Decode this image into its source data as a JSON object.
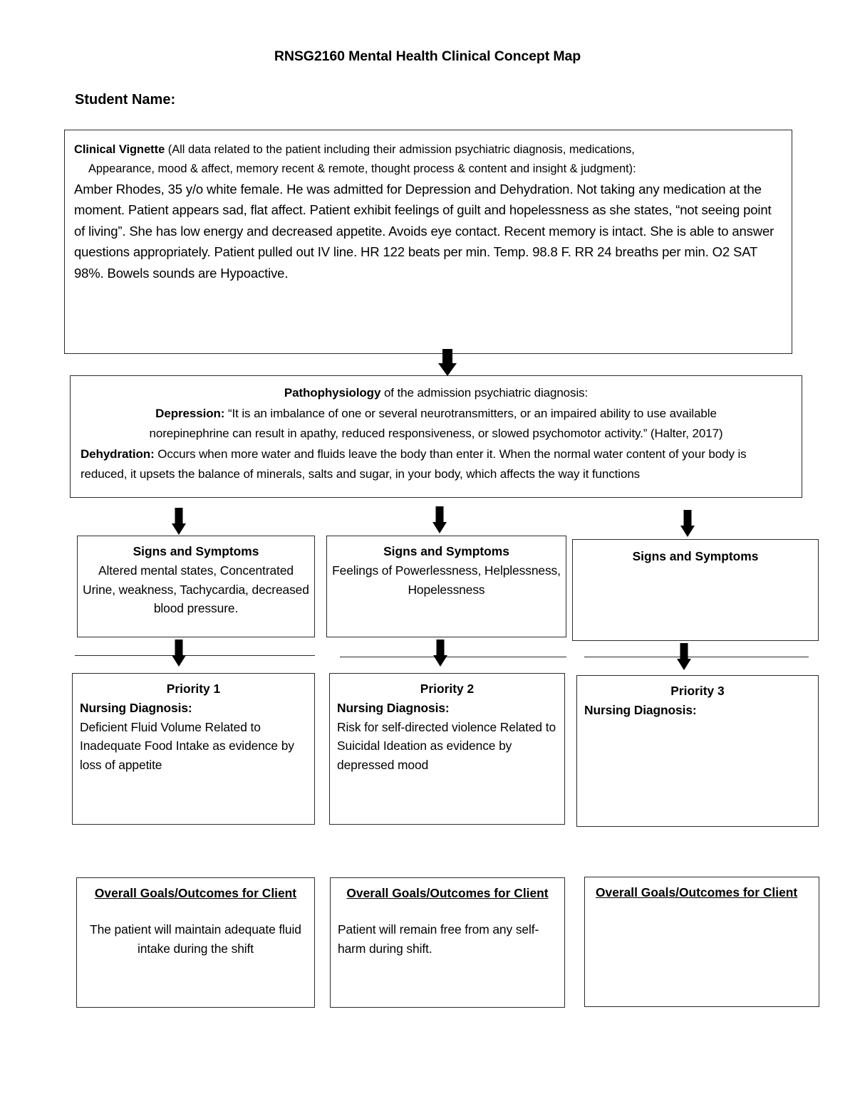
{
  "document": {
    "title": "RNSG2160 Mental Health Clinical Concept Map",
    "student_name_label": "Student Name:"
  },
  "vignette": {
    "label_bold": "Clinical Vignette",
    "label_rest": " (All data related to the patient including their admission psychiatric diagnosis, medications,",
    "label_line2": "Appearance, mood & affect, memory recent & remote, thought process & content and insight & judgment):",
    "body": "Amber Rhodes, 35 y/o white female. He was admitted for Depression and Dehydration. Not taking any medication at the moment. Patient appears sad, flat affect. Patient exhibit feelings of guilt and hopelessness as she states, “not seeing point of living”. She has low energy and decreased appetite. Avoids eye contact. Recent memory is intact. She is able to answer questions appropriately.  Patient pulled out IV line. HR 122 beats per min. Temp. 98.8 F. RR 24 breaths per min. O2 SAT 98%. Bowels sounds are Hypoactive."
  },
  "pathophysiology": {
    "heading_bold": "Pathophysiology",
    "heading_rest": " of the admission psychiatric diagnosis:",
    "depression_label": "Depression:",
    "depression_text_line1": " “It is an imbalance of one or several neurotransmitters, or an impaired ability to use available",
    "depression_text_line2": "norepinephrine can result in apathy, reduced responsiveness, or slowed psychomotor activity.” (Halter, 2017)",
    "dehydration_label": "Dehydration:",
    "dehydration_text": " Occurs when more water and fluids leave the body than enter it. When the normal water content of your body is reduced, it upsets the balance of minerals, salts and sugar, in your body, which affects the way it functions"
  },
  "signs_and_symptoms": [
    {
      "heading": "Signs and Symptoms",
      "body": "Altered mental states, Concentrated Urine, weakness, Tachycardia, decreased blood pressure."
    },
    {
      "heading": "Signs and Symptoms",
      "body": "Feelings of Powerlessness, Helplessness, Hopelessness"
    },
    {
      "heading": "Signs and Symptoms",
      "body": ""
    }
  ],
  "priorities": [
    {
      "heading": "Priority 1",
      "diagnosis_label": "Nursing Diagnosis:",
      "diagnosis_text": "Deficient Fluid Volume Related to Inadequate Food Intake as evidence by loss of appetite"
    },
    {
      "heading": "Priority 2",
      "diagnosis_label": "Nursing Diagnosis:",
      "diagnosis_text": "Risk for self-directed violence Related to Suicidal Ideation as evidence by depressed mood"
    },
    {
      "heading": "Priority 3",
      "diagnosis_label": "Nursing Diagnosis:",
      "diagnosis_text": ""
    }
  ],
  "goals": [
    {
      "heading": "Overall Goals/Outcomes for Client",
      "body": "The patient will maintain adequate fluid intake during the shift"
    },
    {
      "heading": "Overall Goals/Outcomes for Client",
      "body": "Patient will remain free from any self-harm during shift."
    },
    {
      "heading": "Overall Goals/Outcomes for Client",
      "body": ""
    }
  ],
  "colors": {
    "border": "#2b2b2b",
    "text": "#000000",
    "background": "#ffffff"
  }
}
